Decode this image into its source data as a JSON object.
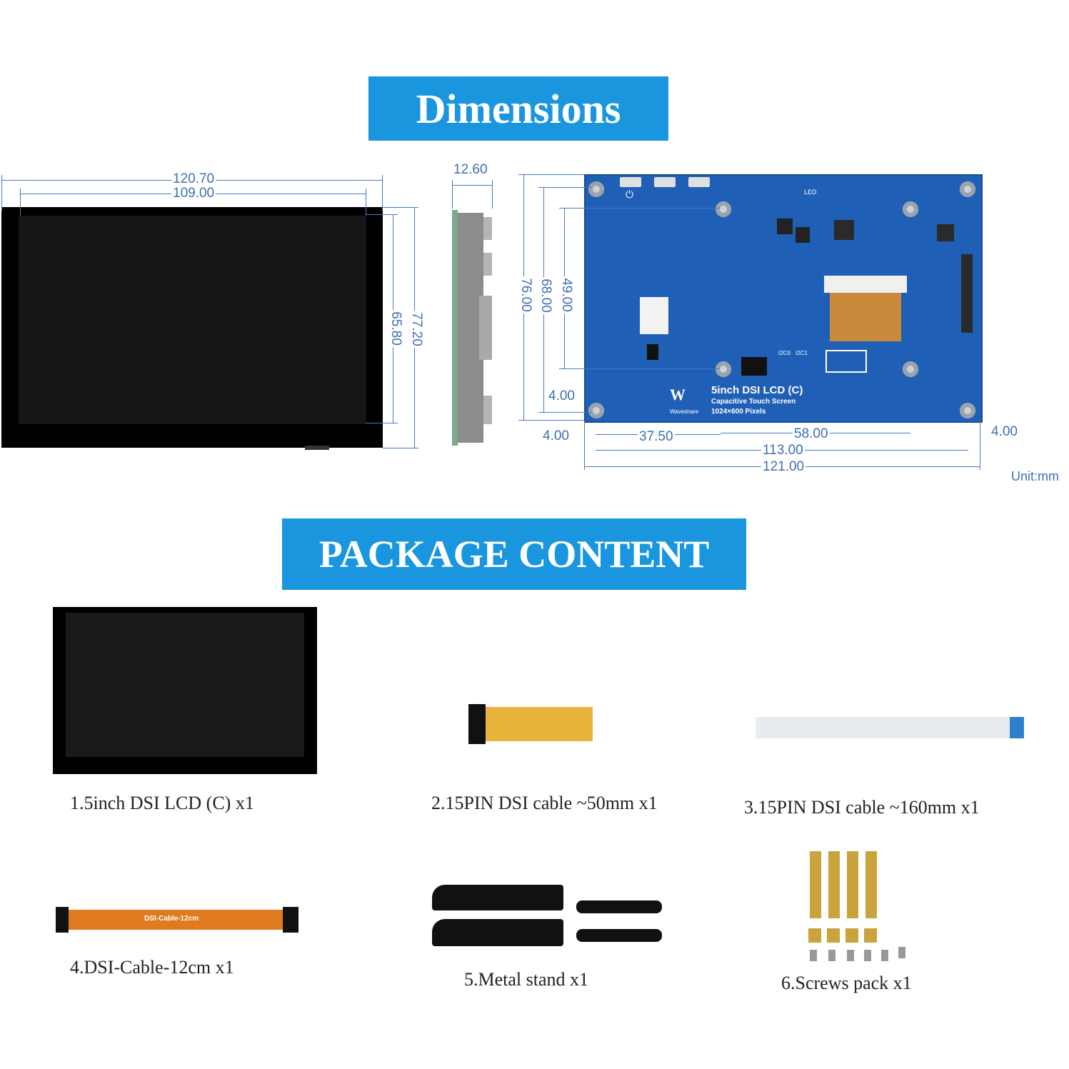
{
  "headings": {
    "dimensions": "Dimensions",
    "package": "PACKAGE CONTENT"
  },
  "dimensions": {
    "front_outer_width": "120.70",
    "front_inner_width": "109.00",
    "front_inner_height": "65.80",
    "front_outer_height": "77.20",
    "side_thickness": "12.60",
    "back_outer_height": "76.00",
    "back_hole_height": "68.00",
    "back_mid_height": "49.00",
    "back_edge_4a": "4.00",
    "back_edge_4b": "4.00",
    "back_edge_4c": "4.00",
    "back_37": "37.50",
    "back_58": "58.00",
    "back_113": "113.00",
    "back_121": "121.00",
    "unit": "Unit:mm"
  },
  "board": {
    "model": "5inch DSI LCD (C)",
    "sub1": "Capacitive Touch Screen",
    "sub2": "1024×600 Pixels",
    "brand": "Waveshare",
    "led": "LED",
    "i2c0": "I2C0",
    "i2c1": "I2C1"
  },
  "package": {
    "item1": "1.5inch DSI LCD (C) x1",
    "item2": "2.15PIN DSI cable ~50mm x1",
    "item3": "3.15PIN DSI cable ~160mm x1",
    "item4": "4.DSI-Cable-12cm x1",
    "item5": "5.Metal stand x1",
    "item6": "6.Screws pack x1",
    "cable12_label": "DSI-Cable-12cm"
  },
  "colors": {
    "banner": "#1a96de",
    "dimension_line": "#4a78c0",
    "pcb": "#1f5fb5"
  }
}
